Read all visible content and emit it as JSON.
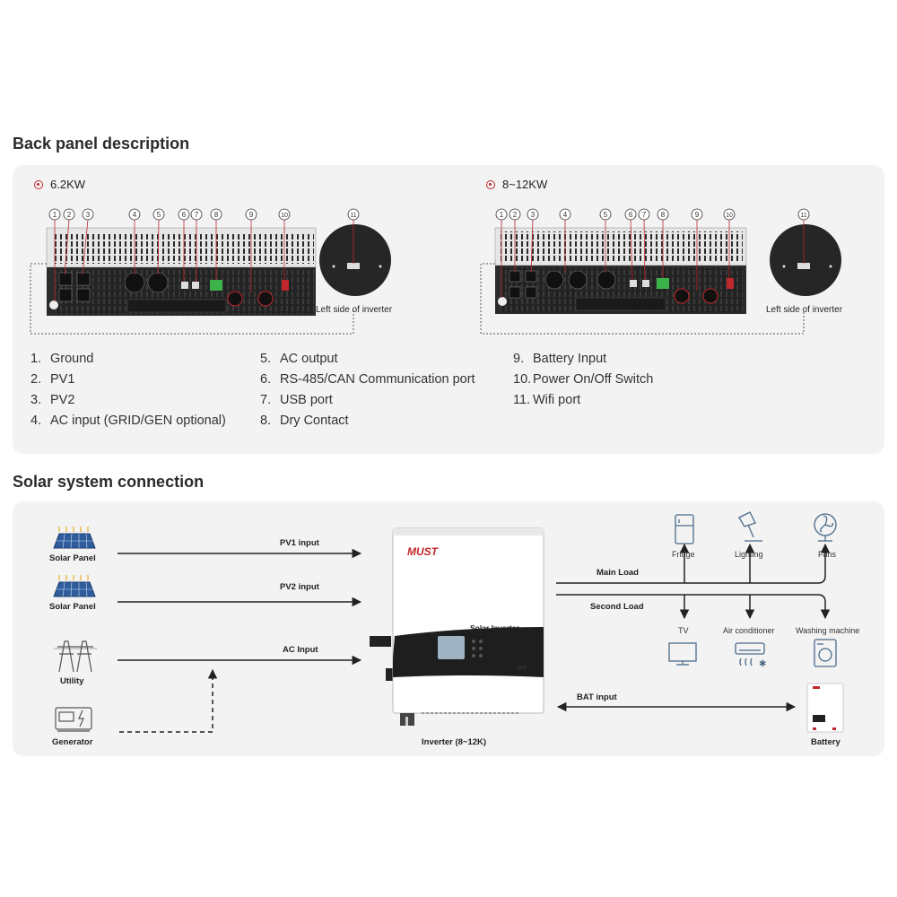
{
  "back_panel": {
    "title": "Back panel description",
    "models": [
      {
        "label": "6.2KW",
        "side_label": "Left side of inverter"
      },
      {
        "label": "8~12KW",
        "side_label": "Left side of inverter"
      }
    ],
    "callout_numbers": [
      "1",
      "2",
      "3",
      "4",
      "5",
      "6",
      "7",
      "8",
      "9",
      "10",
      "11"
    ],
    "legend": {
      "col1": [
        {
          "num": "1.",
          "text": "Ground"
        },
        {
          "num": "2.",
          "text": "PV1"
        },
        {
          "num": "3.",
          "text": "PV2"
        },
        {
          "num": "4.",
          "text": "AC input (GRID/GEN optional)"
        }
      ],
      "col2": [
        {
          "num": "5.",
          "text": "AC output"
        },
        {
          "num": "6.",
          "text": "RS-485/CAN Communication port"
        },
        {
          "num": "7.",
          "text": "USB port"
        },
        {
          "num": "8.",
          "text": "Dry Contact"
        }
      ],
      "col3": [
        {
          "num": "9.",
          "text": "Battery Input"
        },
        {
          "num": "10.",
          "text": "Power On/Off Switch"
        },
        {
          "num": "11.",
          "text": "Wifi port"
        }
      ]
    }
  },
  "solar": {
    "title": "Solar system connection",
    "sources": {
      "solar_panel_1": "Solar Panel",
      "solar_panel_2": "Solar Panel",
      "utility": "Utility",
      "generator": "Generator"
    },
    "lines": {
      "pv1": "PV1 input",
      "pv2": "PV2 input",
      "ac": "AC Input",
      "main_load": "Main Load",
      "second_load": "Second Load",
      "bat": "BAT input"
    },
    "inverter": {
      "brand": "MUST",
      "name": "Solar Inverter",
      "badge": "pro",
      "caption": "Inverter (8~12K)"
    },
    "loads": {
      "fridge": "Fridge",
      "lighting": "Lighting",
      "fans": "Fans",
      "tv": "TV",
      "air_conditioner": "Air conditioner",
      "washing_machine": "Washing machine"
    },
    "battery": "Battery",
    "colors": {
      "accent_red": "#c0272d",
      "line": "#222222",
      "panel": "#f3f3f3"
    }
  }
}
